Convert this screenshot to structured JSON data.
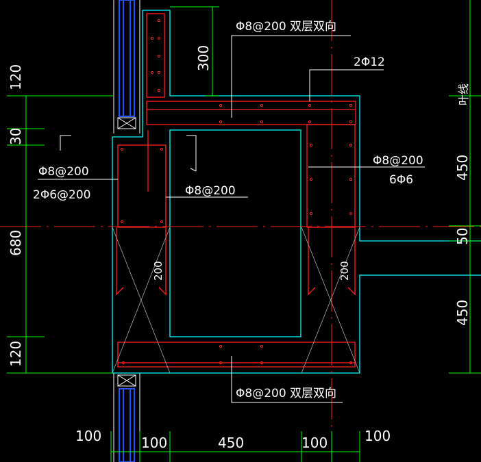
{
  "colors": {
    "background": "#000000",
    "outline": "#00ffff",
    "rebar": "#ff2020",
    "dimension": "#00ff00",
    "text": "#ffffff",
    "leader": "#ffffff",
    "window": "#2255ff"
  },
  "dimensions": {
    "left_vertical": [
      "120",
      "30",
      "680",
      "120"
    ],
    "right_vertical": [
      "450",
      "50",
      "450"
    ],
    "bottom": [
      "100",
      "100",
      "450",
      "100",
      "100"
    ],
    "top_offset": "300",
    "right_label": "叶线"
  },
  "rebar_labels": {
    "top_slab": "Φ8@200 双层双向",
    "bottom_slab": "Φ8@200 双层双向",
    "top_right_bars": "2Φ12",
    "left_stirrup": "Φ8@200",
    "left_longitudinal": "2Φ6@200",
    "center_stirrup": "Φ8@200",
    "right_stirrup": "Φ8@200",
    "right_longitudinal": "6Φ6",
    "left_wall": "200",
    "right_wall": "200"
  }
}
